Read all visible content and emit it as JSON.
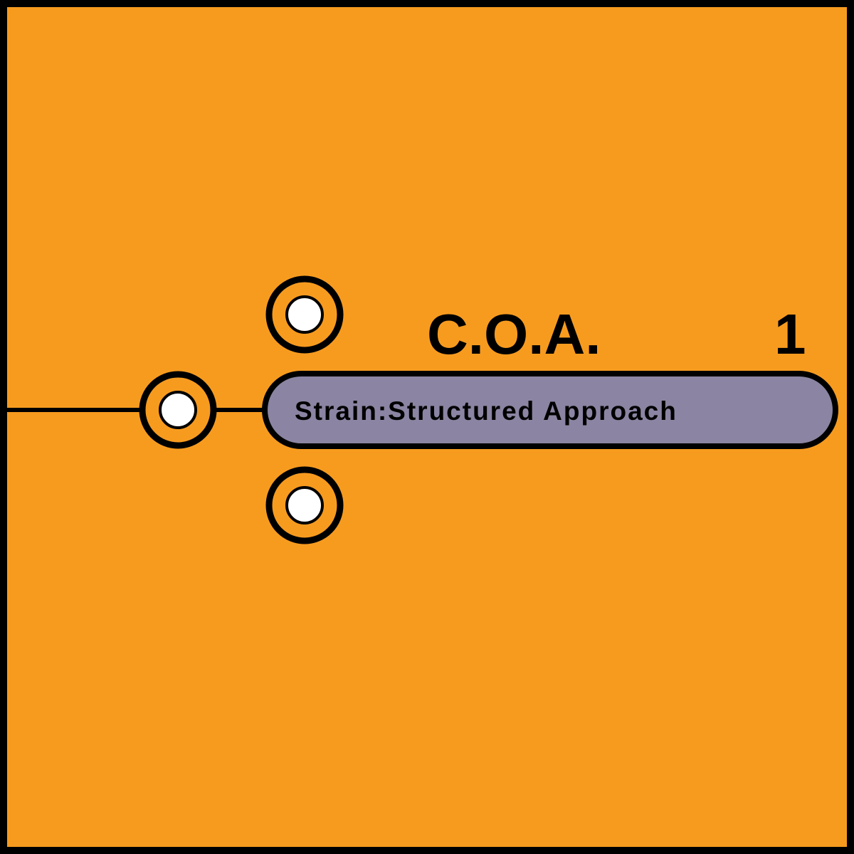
{
  "cover": {
    "artist": "C.O.A.",
    "number": "1",
    "title": "Strain:Structured Approach"
  },
  "colors": {
    "background": "#F79B1F",
    "pill": "#8B84A2",
    "stroke": "#000000",
    "dot": "#FFFFFF"
  }
}
